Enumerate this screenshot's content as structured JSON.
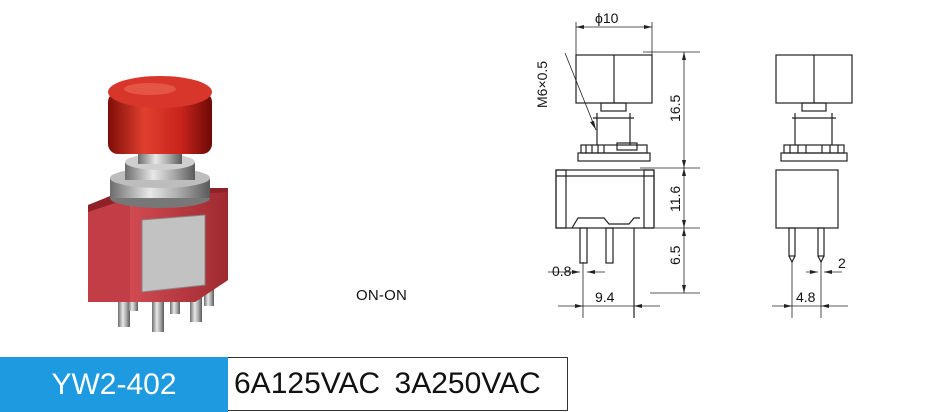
{
  "product": {
    "model": "YW2-402",
    "rating": "6A125VAC  3A250VAC",
    "mode": "ON-ON"
  },
  "dimensions": {
    "cap_diameter": "ϕ10",
    "thread": "M6×0.5",
    "height_top": "16.5",
    "body_height": "11.6",
    "terminal_length": "6.5",
    "terminal_width": "0.8",
    "pin_spacing_front": "9.4",
    "pin_gap": "2",
    "pin_spacing_side": "4.8"
  },
  "colors": {
    "cap_red": "#c8241c",
    "housing_red": "#b8333a",
    "model_bg": "#1d9ae0"
  }
}
